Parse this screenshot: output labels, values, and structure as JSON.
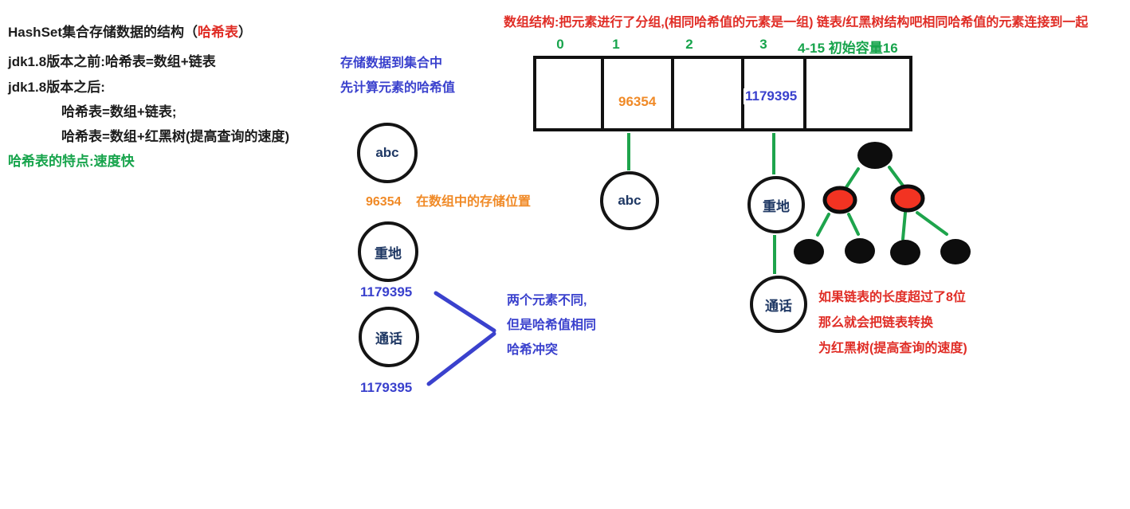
{
  "left_notes": {
    "title_prefix": "HashSet集合存储数据的结构（",
    "title_highlight": "哈希表",
    "title_suffix": "）",
    "line_before_jdk18": "jdk1.8版本之前:哈希表=数组+链表",
    "line_after_jdk18": "jdk1.8版本之后:",
    "line_array_linkedlist": "哈希表=数组+链表;",
    "line_array_rbtree": "哈希表=数组+红黑树(提高查询的速度)",
    "line_feature": "哈希表的特点:速度快"
  },
  "top_note": "数组结构:把元素进行了分组,(相同哈希值的元素是一组) 链表/红黑树结构吧相同哈希值的元素连接到一起",
  "store_note": {
    "line1": "存储数据到集合中",
    "line2": "先计算元素的哈希值"
  },
  "hash_position_note": {
    "number": "96354",
    "text": "在数组中的存储位置"
  },
  "conflict_note": {
    "line1": "两个元素不同,",
    "line2": "但是哈希值相同",
    "line3": "哈希冲突"
  },
  "treeify_note": {
    "line1": "如果链表的长度超过了8位",
    "line2": "那么就会把链表转换",
    "line3": "为红黑树(提高查询的速度)"
  },
  "array": {
    "index_labels": [
      "0",
      "1",
      "2",
      "3"
    ],
    "capacity_label": "4-15 初始容量16",
    "cell1_value": "96354",
    "cell3_value": "1179395"
  },
  "elements_left": {
    "abc": "abc",
    "zhongdi": "重地",
    "tonghua": "通话",
    "zhongdi_hash": "1179395",
    "tonghua_hash": "1179395"
  },
  "buckets": {
    "abc": "abc",
    "zhongdi": "重地",
    "tonghua": "通话"
  },
  "colors": {
    "text_black": "#1d1d1d",
    "accent_red": "#e02d26",
    "accent_green": "#17a44c",
    "accent_blue": "#3a41cd",
    "accent_orange": "#f08a27",
    "circle_text_navy": "#1f3864",
    "tree_node_red": "#f23322",
    "tree_node_black": "#0d0d0d",
    "edge_green": "#1ea44c"
  }
}
